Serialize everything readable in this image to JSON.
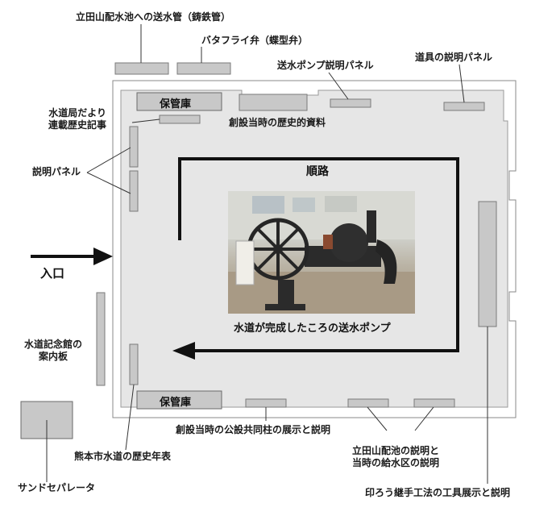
{
  "diagram": {
    "route_label": "順路",
    "entrance_label": "入口",
    "photo_caption": "水道が完成したころの送水ポンプ",
    "storage_top": "保管庫",
    "storage_bottom": "保管庫",
    "labels": {
      "pipe": "立田山配水池への送水管（鋳鉄管）",
      "butterfly": "バタフライ弁（蝶型弁）",
      "pump_panel": "送水ポンプ説明パネル",
      "tools_panel": "道具の説明パネル",
      "newsletter": "水道局だより\n連載歴史記事",
      "founding_docs": "創設当時の歴史的資料",
      "explain_panel": "説明パネル",
      "guide_board": "水道記念館の\n案内板",
      "history_table": "熊本市水道の歴史年表",
      "separator": "サンドセパレータ",
      "hydrant": "創設当時の公設共同柱の展示と説明",
      "reservoir": "立田山配池の説明と\n当時の給水区の説明",
      "soldering": "印ろう継手工法の工具展示と説明"
    },
    "colors": {
      "floor": "#e6e6e6",
      "exhibit": "#c8c8c8",
      "exhibit_border": "#7a7a7a",
      "wall": "#8a8a8a",
      "arrow": "#111111"
    }
  }
}
